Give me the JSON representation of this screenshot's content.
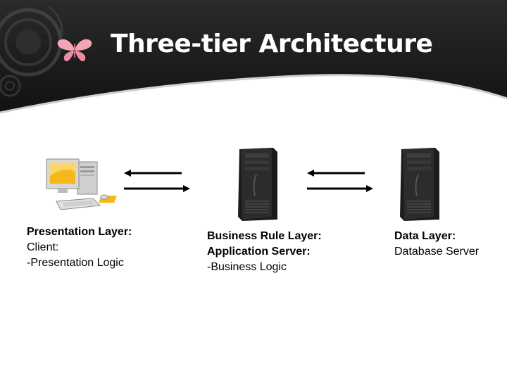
{
  "slide": {
    "title": "Three-tier Architecture"
  },
  "tiers": [
    {
      "heading": "Presentation Layer:",
      "line1": "Client:",
      "line2": "-Presentation Logic"
    },
    {
      "heading": "Business Rule Layer:",
      "line1": "Application Server:",
      "line2": "-Business Logic"
    },
    {
      "heading": "Data Layer:",
      "line1": "Database Server"
    }
  ],
  "colors": {
    "header_bg": "#1a1a1a",
    "butterfly": "#f2a0b0",
    "title_text": "#ffffff"
  },
  "icons": {
    "logo": "butterfly-icon",
    "client": "desktop-computer-icon",
    "servers": "tower-server-icon",
    "flows": "bidirectional-arrows-icon"
  }
}
